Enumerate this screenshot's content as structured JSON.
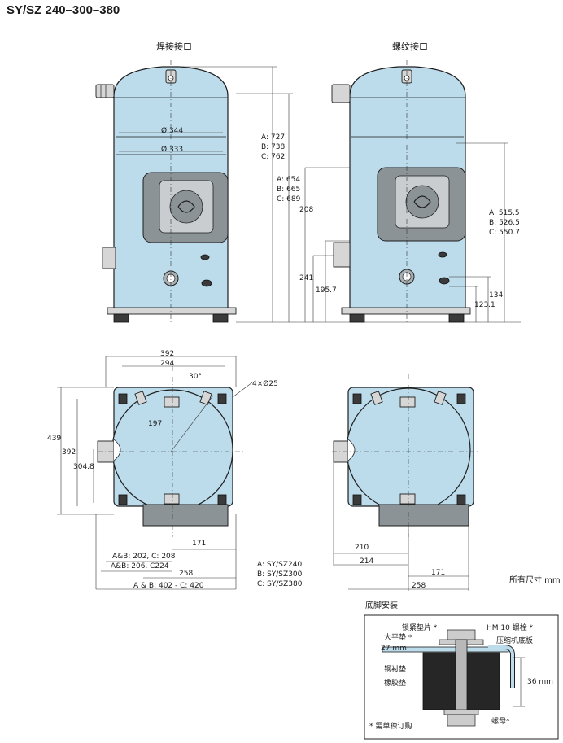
{
  "title": "SY/SZ 240–300–380",
  "front_left": {
    "heading": "焊接接口",
    "dia_outer": "Ø 344",
    "dia_inner": "Ø 333",
    "heights_total": [
      "A: 727",
      "B: 738",
      "C: 762"
    ],
    "heights_mid": [
      "A: 654",
      "B: 665",
      "C: 689"
    ],
    "h_208": "208",
    "h_241": "241",
    "h_195_7": "195.7"
  },
  "front_right": {
    "heading": "螺纹接口",
    "heights": [
      "A: 515.5",
      "B: 526.5",
      "C: 550.7"
    ],
    "h_134": "134",
    "h_123_1": "123.1"
  },
  "top_left": {
    "w_392": "392",
    "w_294": "294",
    "angle": "30°",
    "holes": "4×Ø25",
    "r_197": "197",
    "h_439": "439",
    "h_392": "392",
    "h_304_8": "304.8",
    "w_171": "171",
    "ab_202": "A&B: 202, C: 208",
    "ab_206": "A&B: 206, C224",
    "w_258": "258",
    "ab_402": "A & B: 402  -  C: 420"
  },
  "legend": [
    "A: SY/SZ240",
    "B: SY/SZ300",
    "C: SY/SZ380"
  ],
  "top_right": {
    "w_210": "210",
    "w_214": "214",
    "w_171": "171",
    "w_258": "258"
  },
  "units_note": "所有尺寸 mm",
  "mounting": {
    "heading": "底脚安装",
    "lock_washer": "锁紧垫片 *",
    "bolt": "HM 10 螺栓 *",
    "big_washer": "大平垫 *",
    "base_plate": "压缩机底板",
    "d_27": "27 mm",
    "steel_sleeve": "钢衬垫",
    "rubber": "橡胶垫",
    "d_36": "36 mm",
    "nut": "螺母*",
    "note": "* 需单独订购"
  },
  "colors": {
    "body": "#bcdbeb",
    "stroke": "#1e1e1e",
    "panel": "#8c9397",
    "dark": "#3a3a3a",
    "pad": "#9aa1a5"
  }
}
